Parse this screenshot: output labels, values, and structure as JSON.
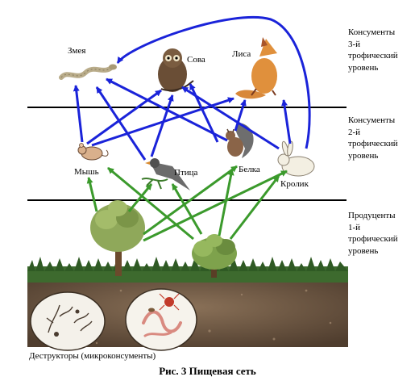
{
  "colors": {
    "feeding_arrow": "#1a23d9",
    "producer_arrow": "#3b9a2c",
    "level_line": "#000000",
    "soil": "#6b5643",
    "grass": "#2f5a24"
  },
  "organisms": {
    "snake": "Змея",
    "owl": "Сова",
    "fox": "Лиса",
    "mouse": "Мышь",
    "bird": "Птица",
    "squirrel": "Белка",
    "rabbit": "Кролик"
  },
  "levels": {
    "level3": [
      "Консументы",
      "3-й",
      "трофический",
      "уровень"
    ],
    "level2": [
      "Консументы",
      "2-й",
      "трофический",
      "уровень"
    ],
    "level1": [
      "Продуценты",
      "1-й",
      "трофический",
      "уровень"
    ]
  },
  "decomposers": "Деструкторы (микроконсументы)",
  "caption": "Рис. 3 Пищевая сеть"
}
